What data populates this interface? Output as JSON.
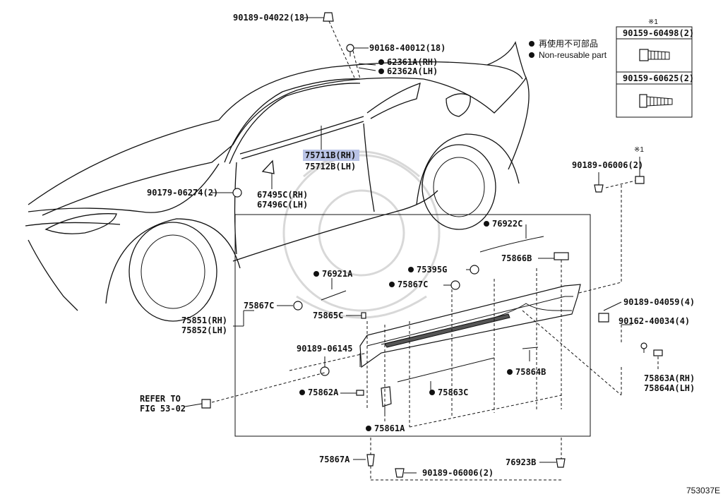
{
  "part_labels": {
    "p90189_04022": "90189-04022(18)",
    "p90168_40012": "90168-40012(18)",
    "p62361A": "62361A(RH)",
    "p62362A": "62362A(LH)",
    "p75711B": "75711B(RH)",
    "p75712B": "75712B(LH)",
    "p90179_06274": "90179-06274(2)",
    "p67495C": "67495C(RH)",
    "p67496C": "67496C(LH)",
    "p90189_06006_top": "90189-06006(2)",
    "p76922C": "76922C",
    "p75866B": "75866B",
    "p75395G": "75395G",
    "p76921A": "76921A",
    "p75867C_right": "75867C",
    "p75867C_left": "75867C",
    "p75865C": "75865C",
    "p75851": "75851(RH)",
    "p75852": "75852(LH)",
    "p90189_06145": "90189-06145",
    "p90189_04059": "90189-04059(4)",
    "p90162_40034": "90162-40034(4)",
    "p75862A": "75862A",
    "p75863C": "75863C",
    "p75864B": "75864B",
    "p75861A": "75861A",
    "p75863A": "75863A(RH)",
    "p75864A": "75864A(LH)",
    "refer_to": "REFER TO",
    "fig": "FIG 53-02",
    "p75867A": "75867A",
    "p90189_06006_bottom": "90189-06006(2)",
    "p76923B": "76923B"
  },
  "legend": {
    "japanese": "再使用不可部品",
    "english": "Non-reusable part"
  },
  "inset": {
    "note_mark": "※1",
    "part1": "90159-60498(2)",
    "part2": "90159-60625(2)"
  },
  "note_mark_small": "※1",
  "figure_id": "753037E",
  "highlight_color": "#b9c3e6"
}
